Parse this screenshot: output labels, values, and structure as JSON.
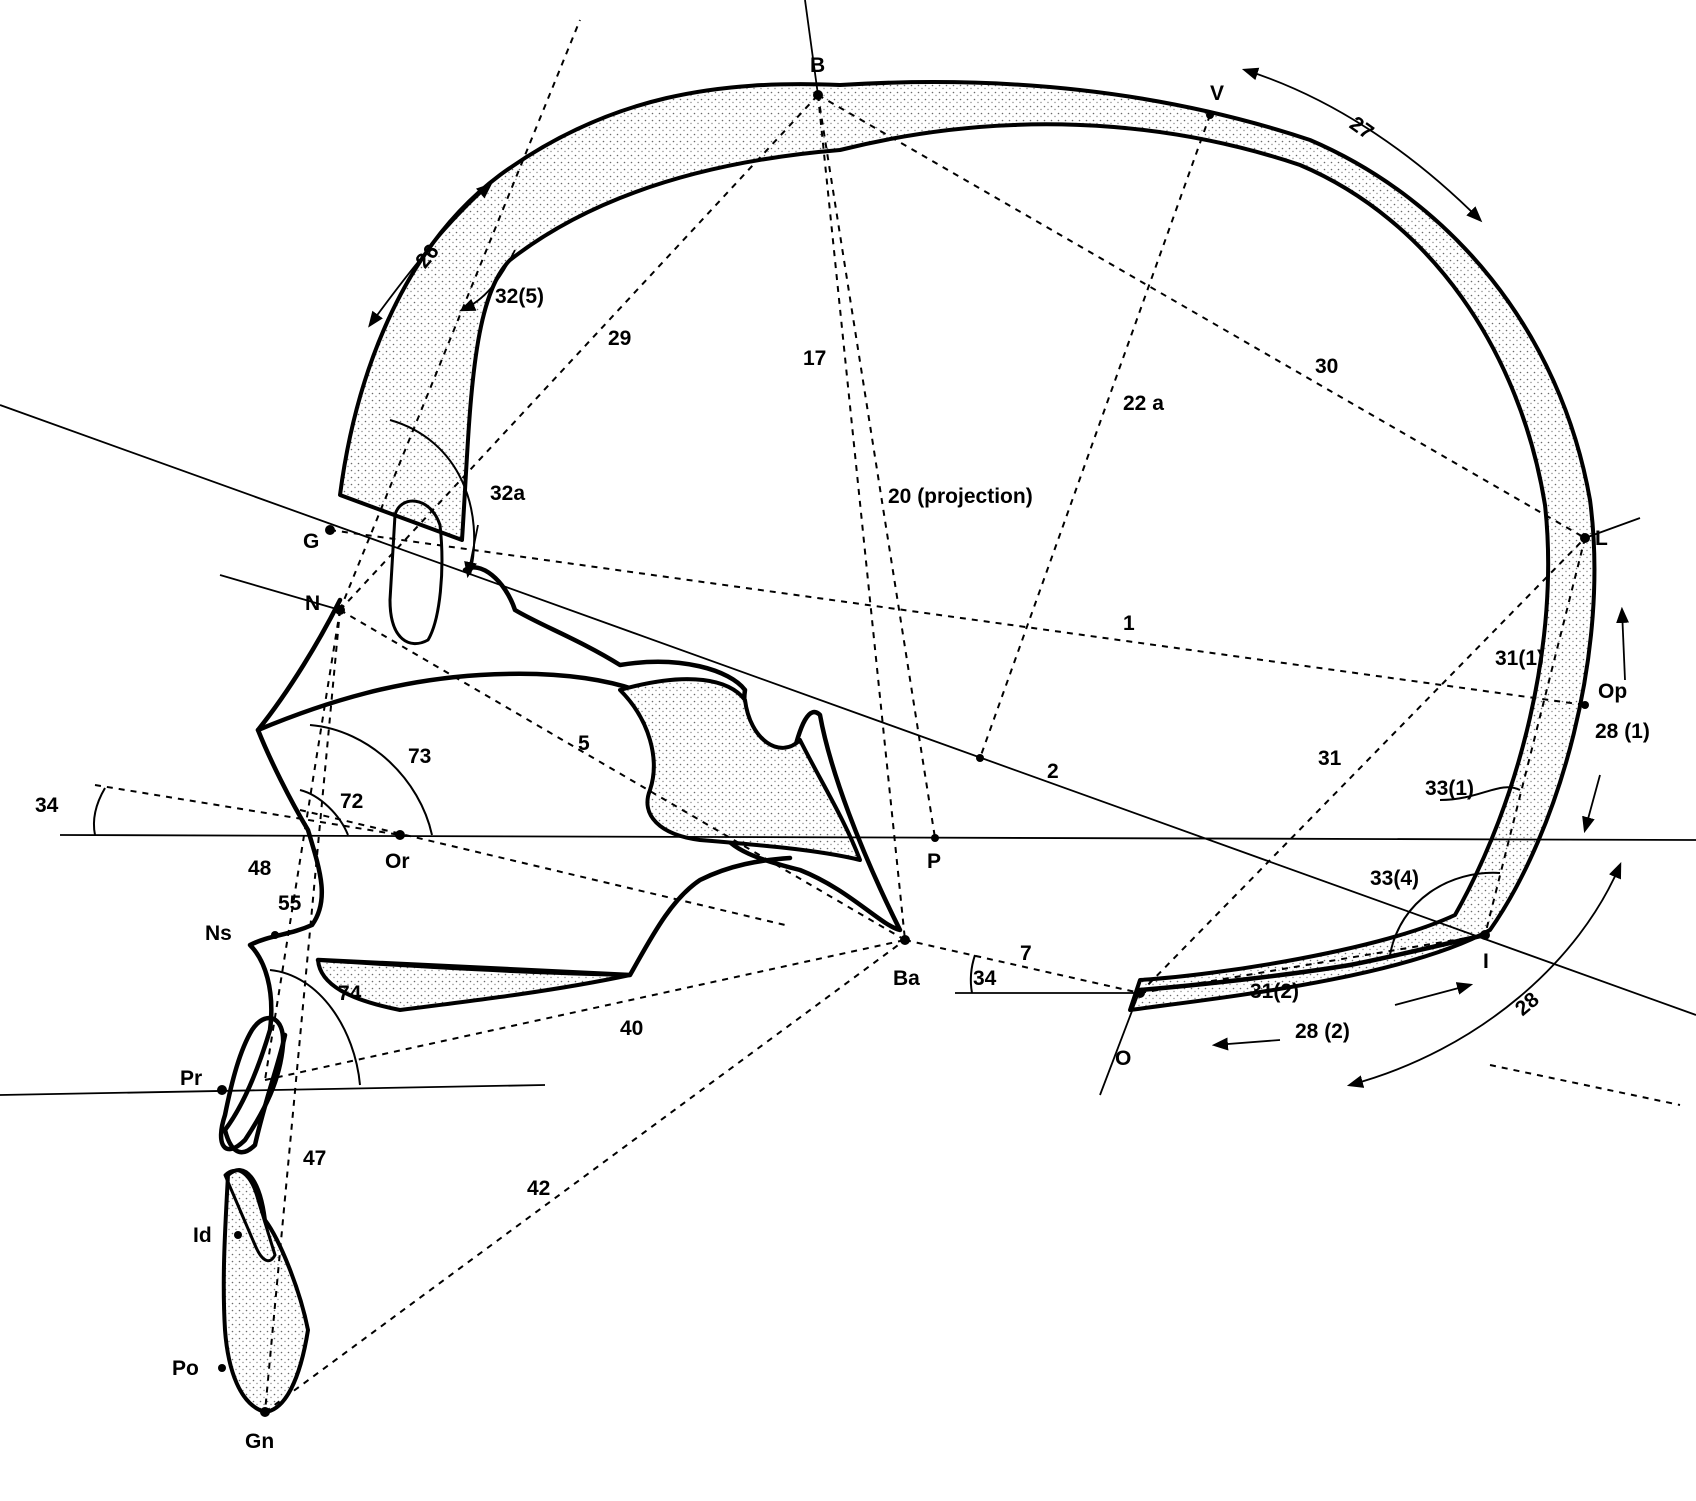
{
  "landmarks": {
    "B": "B",
    "V": "V",
    "L": "L",
    "Op": "Op",
    "I": "I",
    "O": "O",
    "G": "G",
    "N": "N",
    "Or": "Or",
    "P": "P",
    "Ba": "Ba",
    "Ns": "Ns",
    "Pr": "Pr",
    "Id": "Id",
    "Po": "Po",
    "Gn": "Gn"
  },
  "measurements": {
    "m1": "1",
    "m2": "2",
    "m5": "5",
    "m7": "7",
    "m17": "17",
    "m20": "20  (projection)",
    "m22a": "22 a",
    "m26": "26",
    "m27": "27",
    "m28": "28",
    "m28_1": "28 (1)",
    "m28_2": "28 (2)",
    "m29": "29",
    "m30": "30",
    "m31": "31",
    "m31_1": "31(1)",
    "m31_2": "31(2)",
    "m32_5": "32(5)",
    "m32a": "32a",
    "m33_1": "33(1)",
    "m33_4": "33(4)",
    "m34_left": "34",
    "m34_right": "34",
    "m40": "40",
    "m42": "42",
    "m47": "47",
    "m48": "48",
    "m55": "55",
    "m72": "72",
    "m73": "73",
    "m74": "74"
  }
}
